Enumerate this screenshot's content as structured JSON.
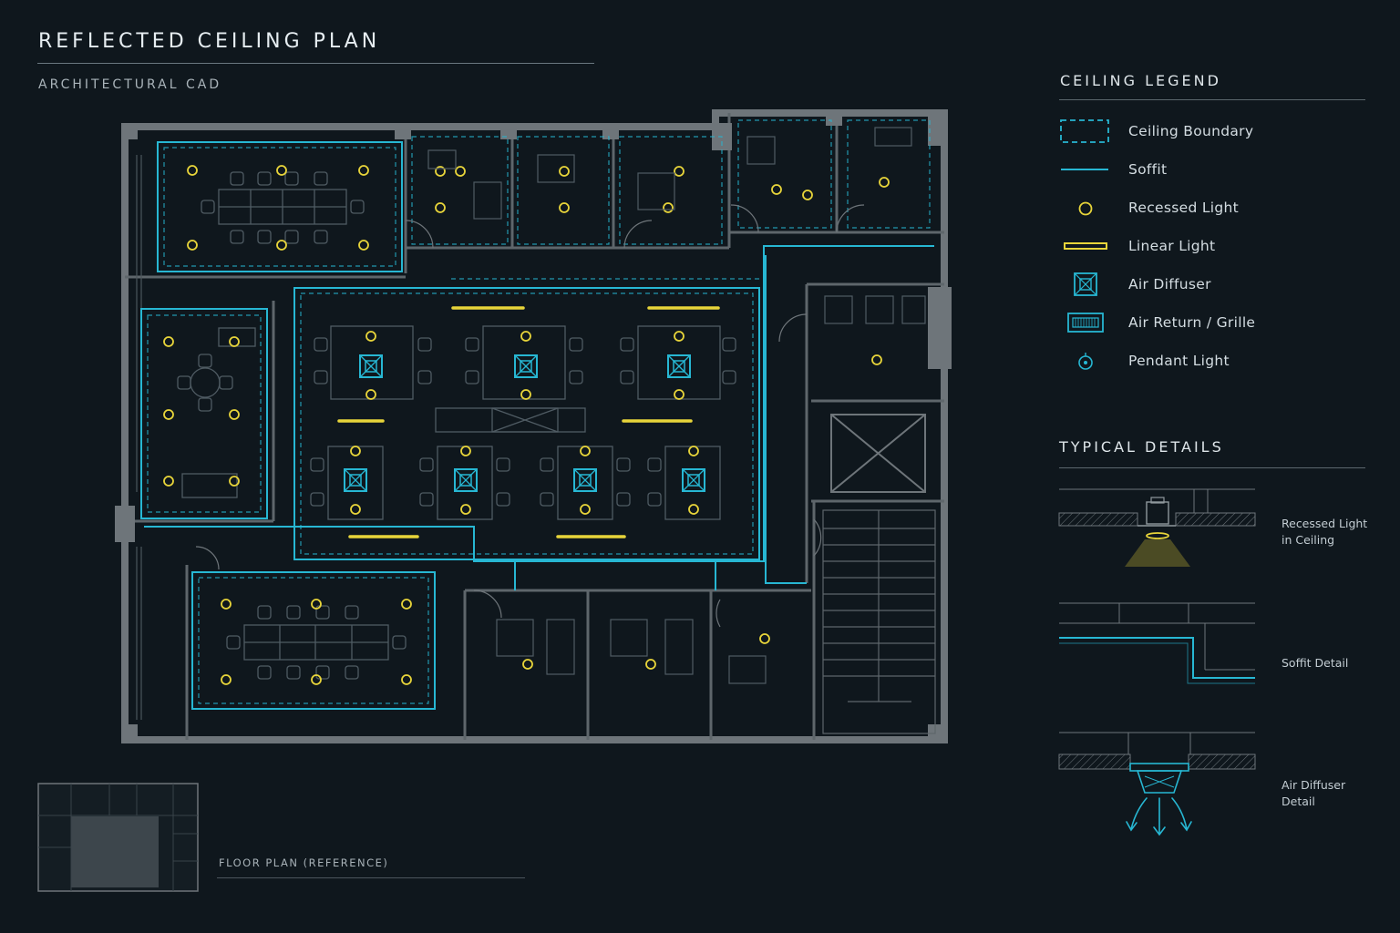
{
  "header": {
    "title": "REFLECTED CEILING PLAN",
    "subtitle": "ARCHITECTURAL CAD"
  },
  "legend": {
    "heading": "CEILING LEGEND",
    "items": [
      {
        "label": "Ceiling Boundary",
        "icon": "ceiling-boundary-icon"
      },
      {
        "label": "Soffit",
        "icon": "soffit-icon"
      },
      {
        "label": "Recessed Light",
        "icon": "recessed-light-icon"
      },
      {
        "label": "Linear Light",
        "icon": "linear-light-icon"
      },
      {
        "label": "Air Diffuser",
        "icon": "air-diffuser-icon"
      },
      {
        "label": "Air Return / Grille",
        "icon": "air-return-grille-icon"
      },
      {
        "label": "Pendant Light",
        "icon": "pendant-light-icon"
      }
    ]
  },
  "details": {
    "heading": "TYPICAL DETAILS",
    "recessed_line1": "Recessed Light",
    "recessed_line2": "in Ceiling",
    "soffit": "Soffit Detail",
    "diffuser_line1": "Air Diffuser",
    "diffuser_line2": "Detail"
  },
  "reference": {
    "label": "FLOOR PLAN (REFERENCE)"
  },
  "colors": {
    "background": "#0f171d",
    "wall": "#6e757a",
    "cyan": "#27b7d3",
    "yellow": "#e8d53a",
    "furniture": "#4f5b63"
  }
}
